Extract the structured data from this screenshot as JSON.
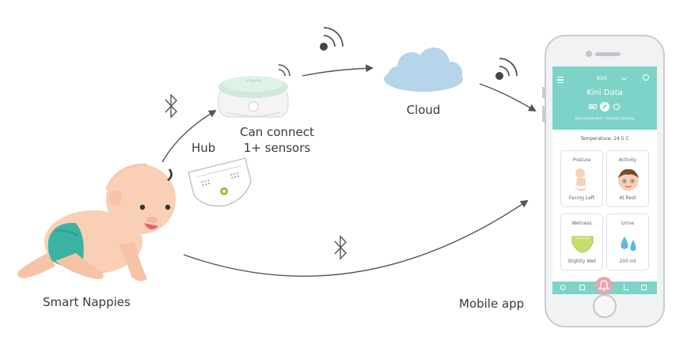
{
  "labels": {
    "hub": "Hub",
    "hub_caption_1": "Can connect",
    "hub_caption_2": "1+ sensors",
    "cloud": "Cloud",
    "smart_nappies": "Smart Nappies",
    "mobile_app": "Mobile app"
  },
  "app": {
    "device_select": "Kini",
    "title": "Kini Data",
    "connection_status": "Kini connected - Actively syncing",
    "temperature": "Temperature: 24.5 C",
    "cards": [
      {
        "title": "Posture",
        "value": "Facing Left"
      },
      {
        "title": "Activity",
        "value": "At Rest"
      },
      {
        "title": "Wetness",
        "value": "Slightly Wet"
      },
      {
        "title": "Urine",
        "value": "200 ml"
      }
    ]
  },
  "colors": {
    "accent": "#7ed3c8",
    "cloud": "#b6d4ea",
    "arrow": "#555555",
    "bell_tab": "#e8a6ae"
  },
  "icons": [
    "bluetooth-icon",
    "wifi-signal-icon",
    "menu-icon",
    "settings-icon",
    "battery-icon",
    "link-icon",
    "info-icon",
    "bell-icon",
    "chart-icon",
    "clipboard-icon",
    "home-icon"
  ]
}
